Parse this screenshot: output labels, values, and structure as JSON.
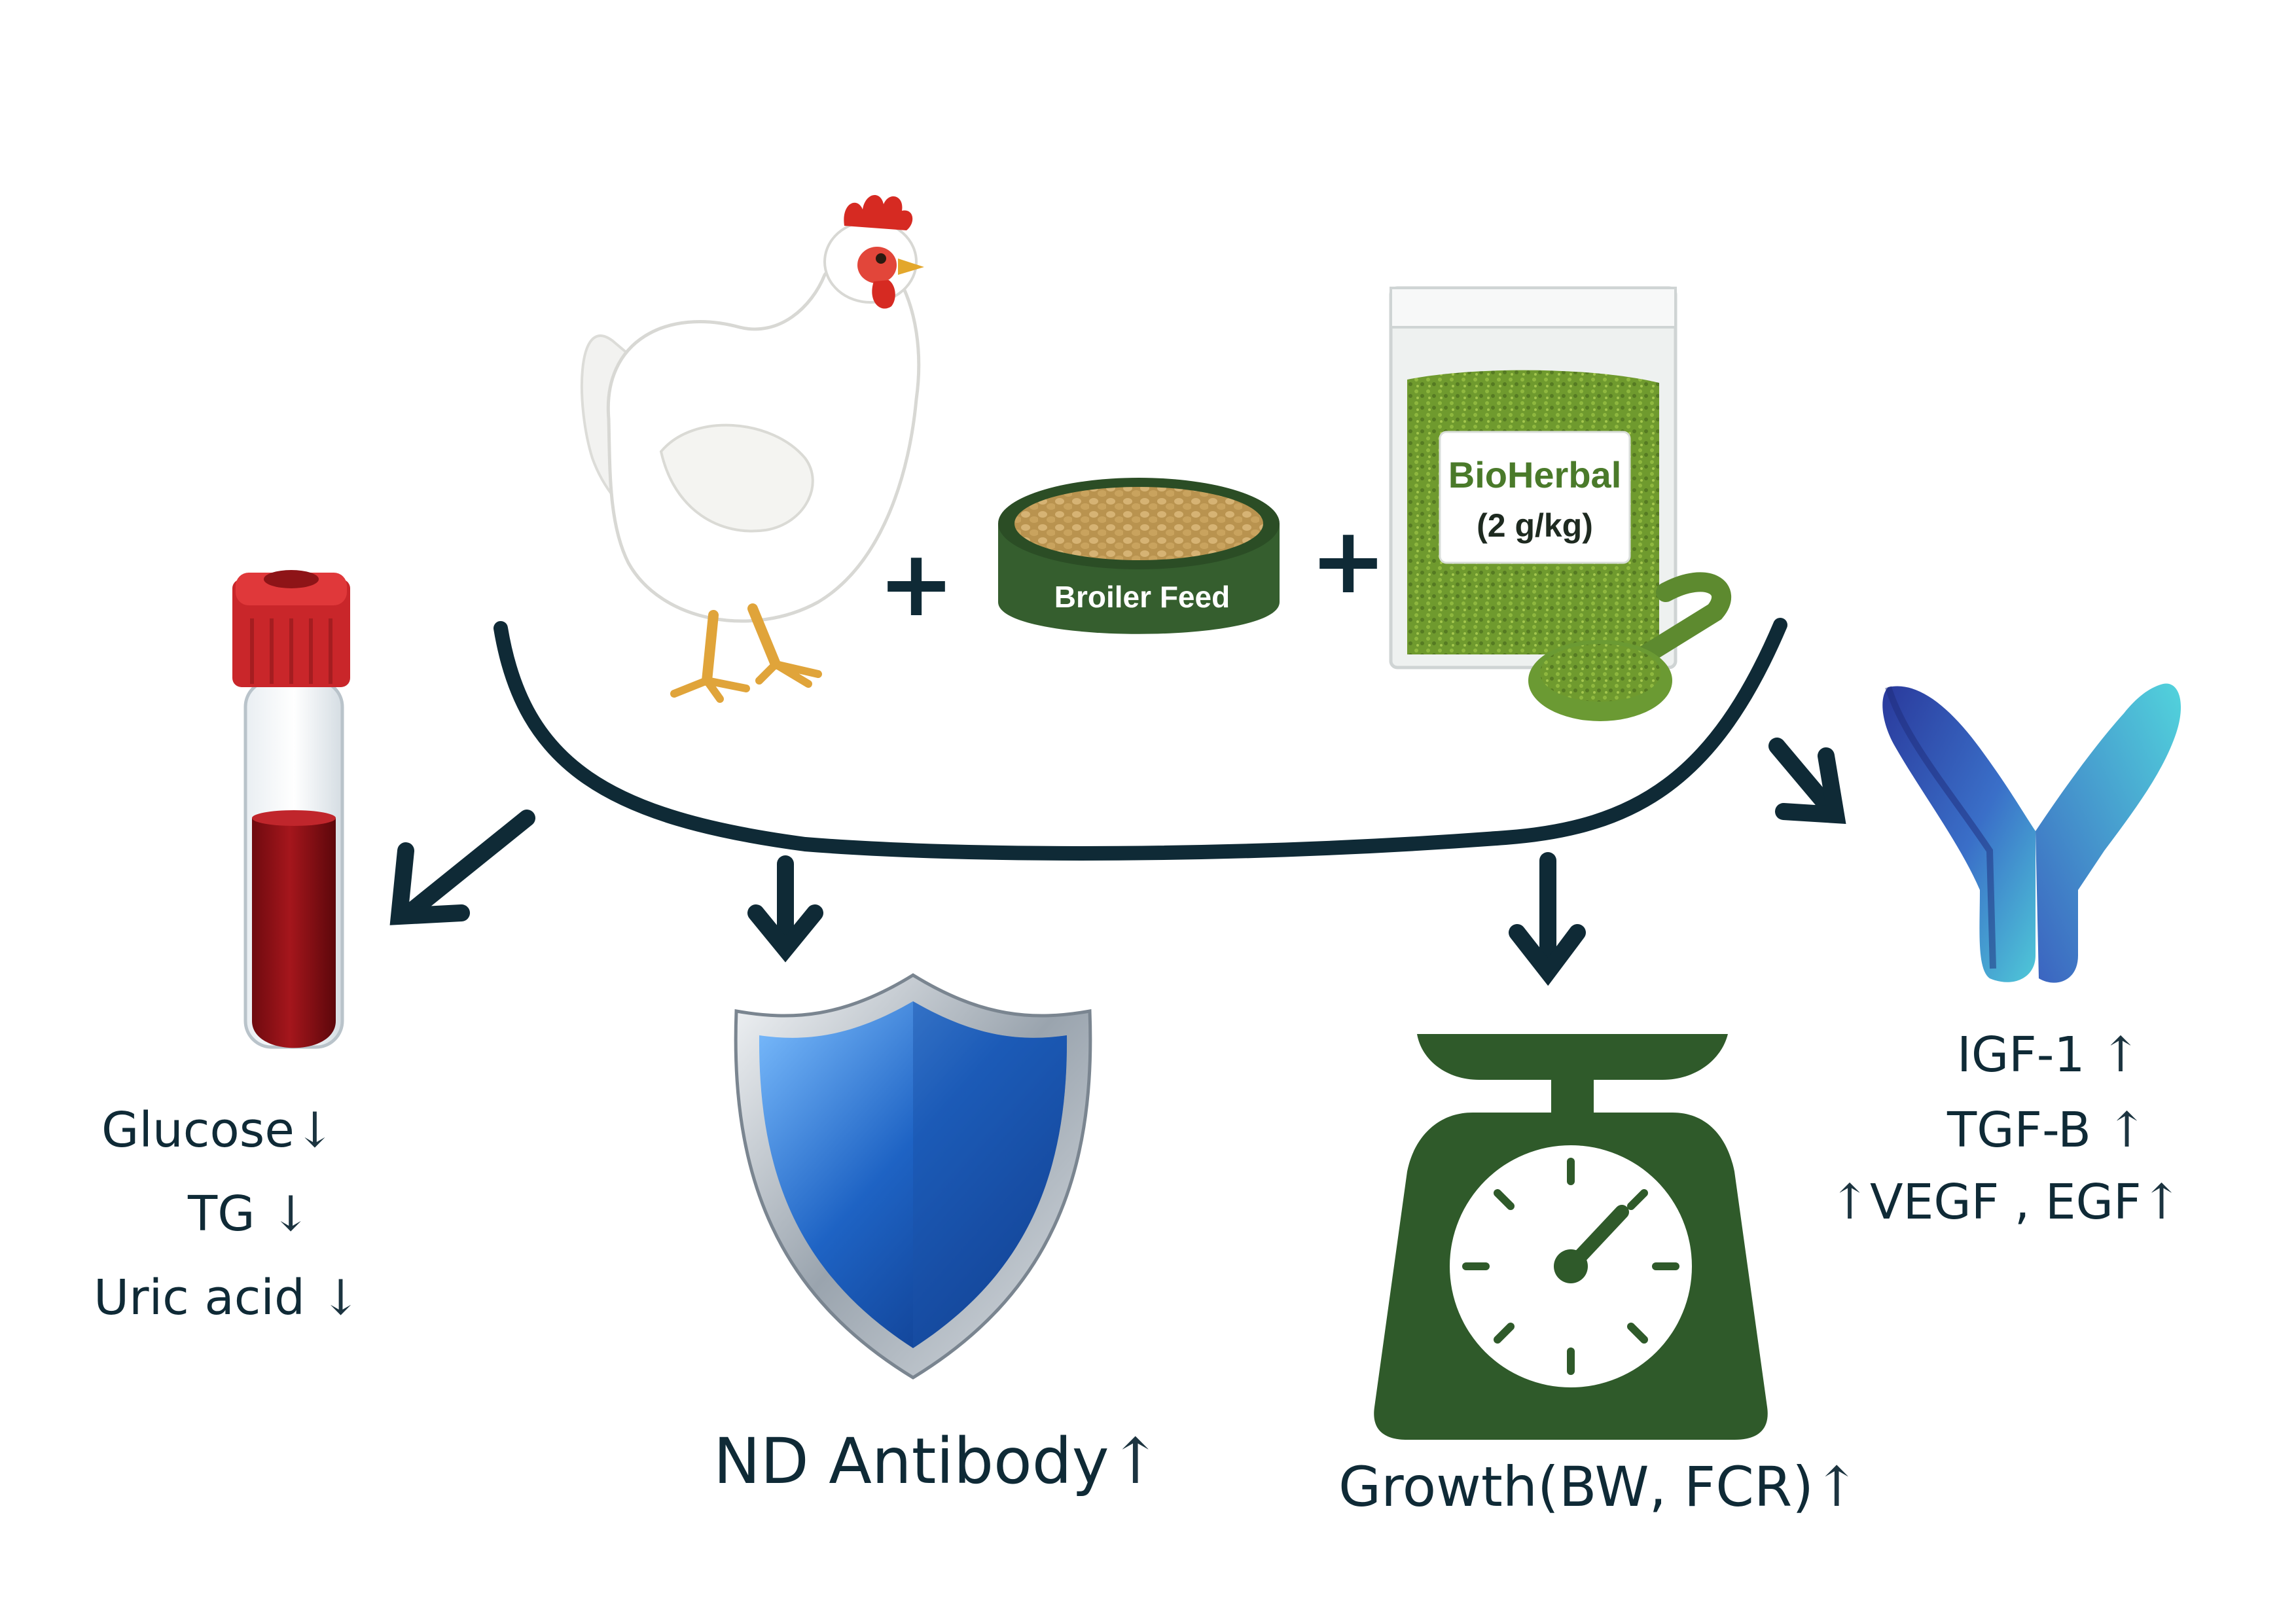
{
  "inputs": {
    "plus_1": "+",
    "plus_2": "+",
    "feed_label": "Broiler Feed",
    "bag_title": "BioHerbal",
    "bag_dose": "(2 g/kg)"
  },
  "outcomes": {
    "blood": {
      "lines": [
        {
          "text": "Glucose",
          "arrow": "↓"
        },
        {
          "text": "TG",
          "arrow": "↓"
        },
        {
          "text": "Uric acid",
          "arrow": "↓"
        }
      ]
    },
    "immunity": {
      "text": "ND Antibody",
      "arrow": "↑"
    },
    "growth": {
      "text": "Growth(BW, FCR)",
      "arrow": "↑"
    },
    "factors": {
      "lines": [
        {
          "text": "IGF-1",
          "arrow": "↑"
        },
        {
          "text": "TGF-B",
          "arrow": "↑"
        },
        {
          "pre": "↑",
          "text": "VEGF , EGF",
          "arrow": "↑"
        }
      ]
    }
  },
  "colors": {
    "ink": "#0f2a36",
    "feed_green": "#355e2e",
    "blood_red": "#8e0f14",
    "cap_red": "#c9262a",
    "shield_blue": "#1e63c4",
    "scale_green": "#2f5a2a",
    "antibody_dark": "#2a3a9c",
    "antibody_light": "#4fc8d8"
  },
  "icons": [
    "chicken-icon",
    "feed-bowl-icon",
    "herbal-bag-icon",
    "blood-tube-icon",
    "shield-icon",
    "weighing-scale-icon",
    "antibody-icon"
  ]
}
